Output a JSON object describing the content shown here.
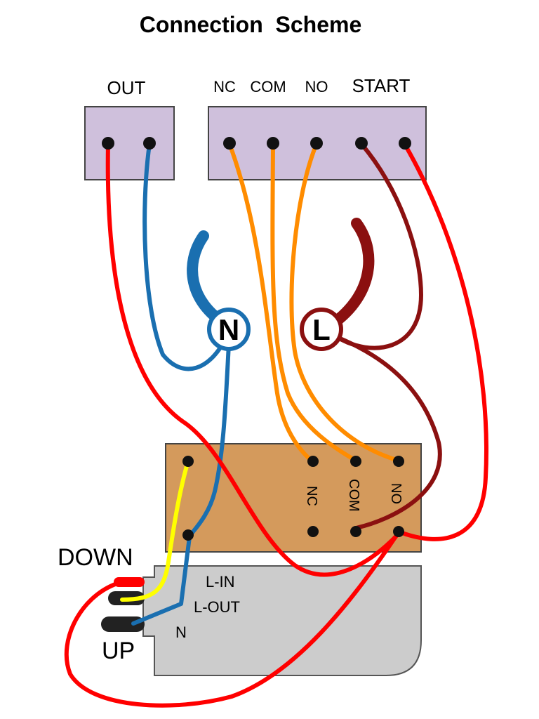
{
  "title": "Connection  Scheme",
  "relay_out": {
    "label": "OUT"
  },
  "relay_main": {
    "labels": [
      "NC",
      "COM",
      "NO",
      "START"
    ]
  },
  "buses": {
    "neutral": "N",
    "line": "L"
  },
  "controller": {
    "labels": [
      "NC",
      "COM",
      "NO"
    ]
  },
  "device": {
    "labels": [
      "L-IN",
      "L-OUT",
      "N"
    ],
    "down_label": "DOWN",
    "up_label": "UP"
  },
  "colors": {
    "red": "#ff0000",
    "blue": "#1a6fb0",
    "orange": "#ff8c00",
    "dark_red": "#8b1010",
    "yellow": "#ffff00",
    "terminal_fill": "#cfc0dc",
    "controller_fill": "#d49a5c",
    "device_fill": "#cccccc"
  }
}
